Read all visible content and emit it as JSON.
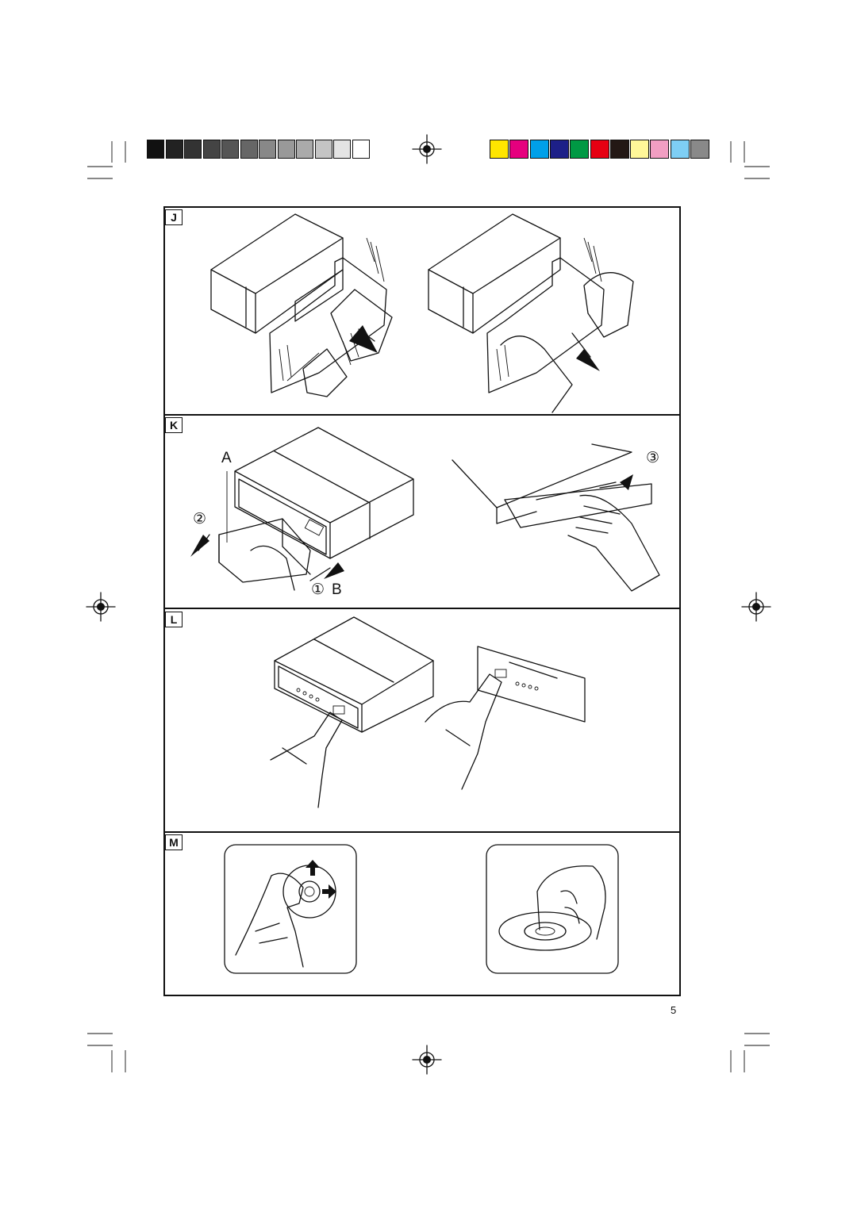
{
  "panels": [
    {
      "label": "J"
    },
    {
      "label": "K",
      "callouts": {
        "a": "A",
        "b": "B",
        "step1": "①",
        "step2": "②",
        "step3": "③"
      }
    },
    {
      "label": "L"
    },
    {
      "label": "M"
    }
  ],
  "page_number": "5",
  "color_bar_left": [
    "#111111",
    "#222222",
    "#333333",
    "#444444",
    "#555555",
    "#666666",
    "#888888",
    "#999999",
    "#aaaaaa",
    "#c4c4c4",
    "#e4e4e4",
    "#ffffff"
  ],
  "color_bar_right": [
    "#ffe600",
    "#e6007e",
    "#00a0e9",
    "#1d2088",
    "#009944",
    "#e60012",
    "#231815",
    "#fff799",
    "#f19ec2",
    "#7ecef4",
    "#898989"
  ]
}
